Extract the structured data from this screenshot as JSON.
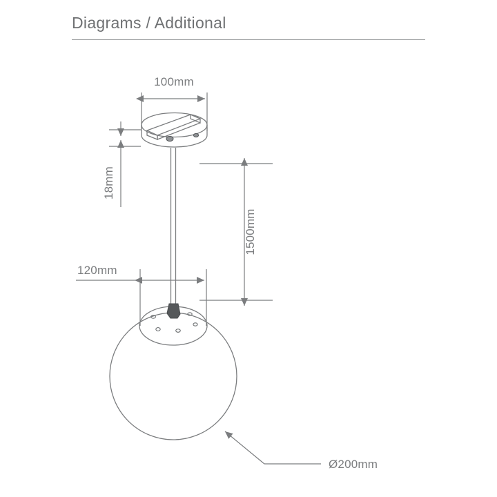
{
  "header": {
    "title": "Diagrams / Additional"
  },
  "colors": {
    "title_text": "#6f7173",
    "rule": "#9a9c9e",
    "line": "#7b7d7f",
    "dim_text": "#7b7d7f",
    "cord_grip": "#55585a",
    "background": "#ffffff"
  },
  "diagram": {
    "product": "pendant-light",
    "dimensions": {
      "ceiling_plate_diameter": "100mm",
      "ceiling_plate_height": "18mm",
      "drop_length": "1500mm",
      "shade_cap_diameter": "120mm",
      "globe_diameter": "Ø200mm"
    },
    "labels": {
      "ceiling_plate_diameter": "100mm",
      "ceiling_plate_height": "18mm",
      "drop_length": "1500mm",
      "shade_cap_diameter": "120mm",
      "globe_diameter": "Ø200mm"
    },
    "parts": [
      {
        "name": "ceiling-plate",
        "note": "round ceiling rose with diagonal mounting bracket and two fixing screws"
      },
      {
        "name": "suspension-cord",
        "note": "vertical twin-line cord from ceiling plate to shade"
      },
      {
        "name": "cord-grip",
        "note": "dark tapered cord grip at top of globe cap"
      },
      {
        "name": "shade-cap",
        "note": "elliptical perforated top cap on globe"
      },
      {
        "name": "globe-shade",
        "note": "spherical glass globe shade"
      }
    ]
  }
}
